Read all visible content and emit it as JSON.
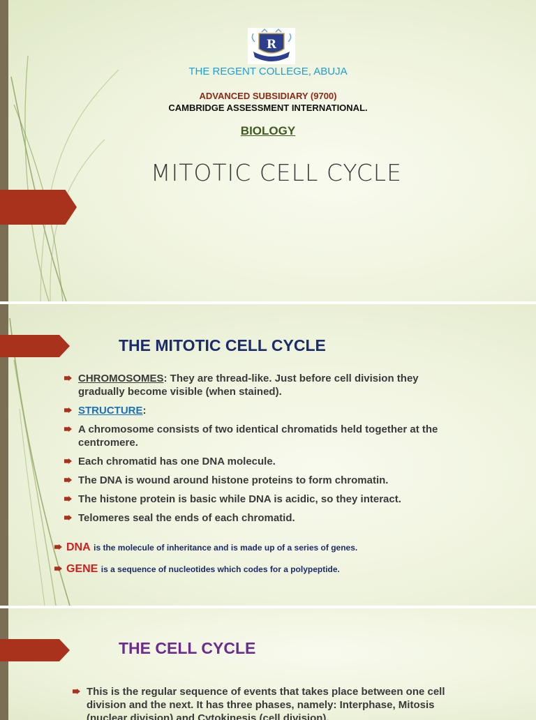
{
  "slide1": {
    "school": "THE REGENT COLLEGE, ABUJA",
    "level": "ADVANCED SUBSIDIARY (9700)",
    "board": "CAMBRIDGE ASSESSMENT INTERNATIONAL.",
    "subject": "BIOLOGY",
    "title": "MITOTIC CELL CYCLE",
    "logo_letter": "R"
  },
  "slide2": {
    "heading": "THE MITOTIC CELL CYCLE",
    "bullets": [
      {
        "label": "CHROMOSOMES",
        "text": ": They are thread-like. Just before cell division they gradually become visible (when stained)."
      },
      {
        "label": "STRUCTURE",
        "text": ":"
      },
      {
        "text": "A chromosome consists of two identical chromatids held together at the centromere."
      },
      {
        "text": "Each chromatid has one DNA molecule."
      },
      {
        "text": "The DNA is wound around histone proteins to form chromatin."
      },
      {
        "text": "The histone protein is basic while DNA is acidic, so they interact."
      },
      {
        "text": "Telomeres seal the ends of each chromatid."
      }
    ],
    "definitions": [
      {
        "term": "DNA",
        "text": "is the molecule of inheritance and is made up of a series of genes."
      },
      {
        "term": "GENE",
        "text": "is a sequence of nucleotides which codes for a polypeptide."
      }
    ]
  },
  "slide3": {
    "heading": "THE CELL CYCLE",
    "bullets": [
      {
        "text": "This is the regular sequence of events that takes place between one cell division and the next. It has three phases, namely: Interphase, Mitosis (nuclear division) and Cytokinesis (cell division)."
      }
    ]
  },
  "colors": {
    "accent": "#a8321c",
    "school_blue": "#1aa0d8",
    "level_red": "#8b2a16",
    "subject_green": "#3f5a1e",
    "heading_navy": "#1c2b6b",
    "heading_purple": "#6b2c8e",
    "link_blue": "#1a6fbf",
    "definition_red": "#d11e1e",
    "definition_navy": "#1c2b6b"
  }
}
